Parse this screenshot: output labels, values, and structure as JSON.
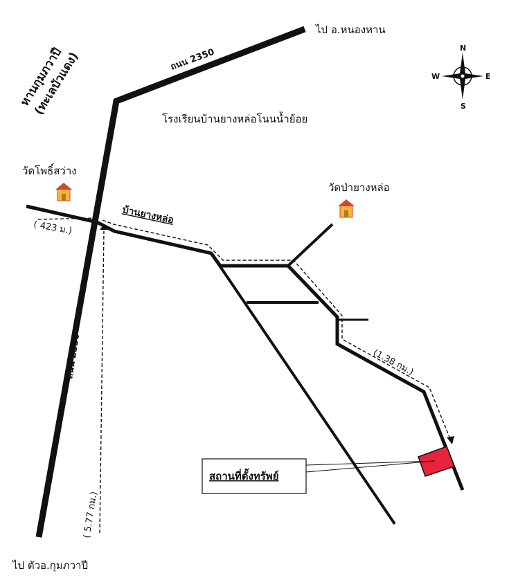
{
  "labels": {
    "to_nong_han": "ไป อ.หนองหาน",
    "lake_line1": "หานกุมภวาปี",
    "lake_line2": "(ทะเลบัวแดง)",
    "road_top": "ถนน 2350",
    "school": "โรงเรียนบ้านยางหล่อโนนน้ำย้อย",
    "wat_pho_sawang": "วัดโพธิ์สว่าง",
    "wat_pa_yang_lo": "วัดป่ายางหล่อ",
    "village": "บ้านยางหล่อ",
    "dist_423": "( 423 ม.)",
    "road_left": "ถนน 2350",
    "dist_138": "(1.38 กม.)",
    "dist_577": "( 5.77 กม.)",
    "property": "สถานที่ตั้งทรัพย์",
    "to_kumphawapi": "ไป ตัวอ.กุมภวาปี"
  },
  "compass": {
    "n": "N",
    "s": "S",
    "e": "E",
    "w": "W"
  },
  "colors": {
    "property_fill": "#e8243c",
    "ink": "#111111",
    "temple_gold": "#f2b63c",
    "temple_red": "#d9452b"
  },
  "icons": [
    "temple-icon",
    "compass-rose-icon"
  ]
}
